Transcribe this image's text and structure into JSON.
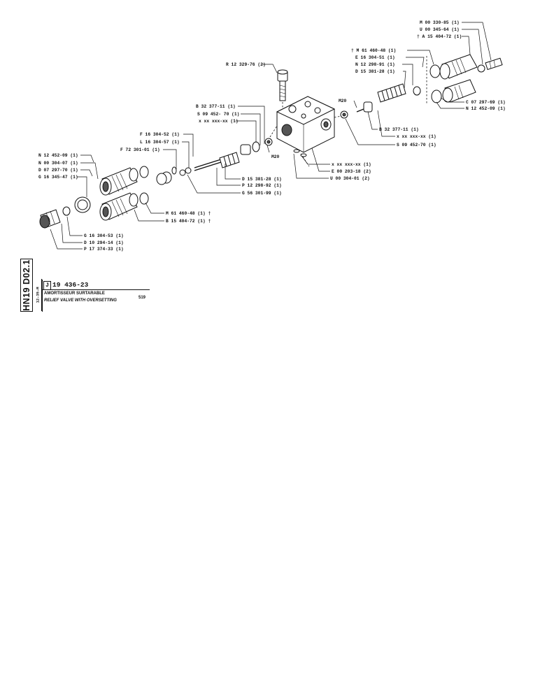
{
  "drawing": {
    "sheet_code": "HN19 D02.1",
    "date_code": "12-35-M",
    "section_letter": "J",
    "part_number": "19 436-23",
    "title_fr": "AMORTISSEUR SURTARABLE",
    "title_en": "RELIEF VALVE WITH OVERSETTING",
    "page_ref": "519"
  },
  "labels": {
    "r12329": "R 12 329-76 (2)",
    "b32377_left": "B 32 377-11 (1)",
    "s09452_left": "S 09 452- 70 (1)",
    "xx_left": "x xx xxx-xx (1)",
    "m20_left": "M20",
    "f16304": "F 16 304-52 (1)",
    "l16304": "L 16 304-57 (1)",
    "f72301": "F 72 301-01 (1)",
    "n12452_left": "N 12 452-09 (1)",
    "n00304": "N 00 304-07 (1)",
    "d07297": "D 07 297-70 (1)",
    "g16345": "G 16 345-47 (1)",
    "d15381_left": "D 15 381-28 (1)",
    "p12298": "P 12 298-92 (1)",
    "g56301": "G 56 301-99 (1)",
    "m61460_low": "M 61 460-48 (1) †",
    "b15404": "B 15 404-72 (1) †",
    "g16304": "G 16 304-53 (1)",
    "d10294": "D 10 294-14 (1)",
    "p17374": "P 17 374-33 (1)",
    "xx_mid": "x xx xxx-xx (1)",
    "e00203": "E 00 203-18 (2)",
    "u00304": "U 00 304-01 (2)",
    "m00330": "M 00 330-85 (1)",
    "u00345": "U 00 345-64 (1)",
    "a15404": "† A 15 404-72 (1)",
    "m61460_top": "† M 61 460-48 (1)",
    "e16304": "E 16 304-51 (1)",
    "n12298": "N 12 298-91 (1)",
    "d15381_right": "D 15 381-28 (1)",
    "m20_right": "M20",
    "c07297": "C 07 297-69 (1)",
    "n12452_right": "N 12 452-09 (1)",
    "b32377_right": "B 32 377-11 (1)",
    "xx_right": "x xx xxx-xx (1)",
    "s09452_right": "S 09 452-70 (1)"
  }
}
